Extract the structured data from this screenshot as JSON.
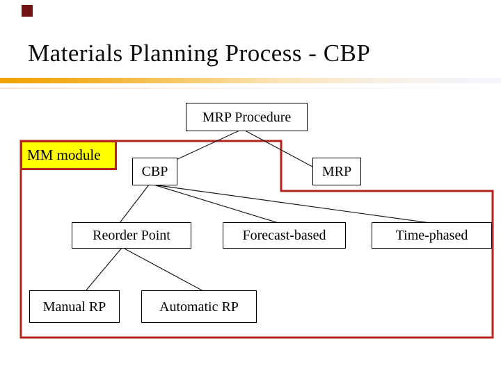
{
  "slide": {
    "title": "Materials Planning Process - CBP",
    "decor": {
      "corner_mark_color": "#701414",
      "divider_gold": "#f0a202",
      "accent_red": "#b5241e",
      "highlight_yellow": "#ffff00",
      "connector_black": "#1a1a1a"
    }
  },
  "diagram": {
    "nodes": {
      "mrp_procedure": "MRP Procedure",
      "mm_module": "MM module",
      "cbp": "CBP",
      "mrp": "MRP",
      "reorder_point": "Reorder Point",
      "forecast_based": "Forecast-based",
      "time_phased": "Time-phased",
      "manual_rp": "Manual RP",
      "automatic_rp": "Automatic RP"
    },
    "edges": [
      [
        "MRP Procedure",
        "CBP"
      ],
      [
        "MRP Procedure",
        "MRP"
      ],
      [
        "CBP",
        "Reorder Point"
      ],
      [
        "CBP",
        "Forecast-based"
      ],
      [
        "CBP",
        "Time-phased"
      ],
      [
        "Reorder Point",
        "Manual RP"
      ],
      [
        "Reorder Point",
        "Automatic RP"
      ]
    ]
  }
}
